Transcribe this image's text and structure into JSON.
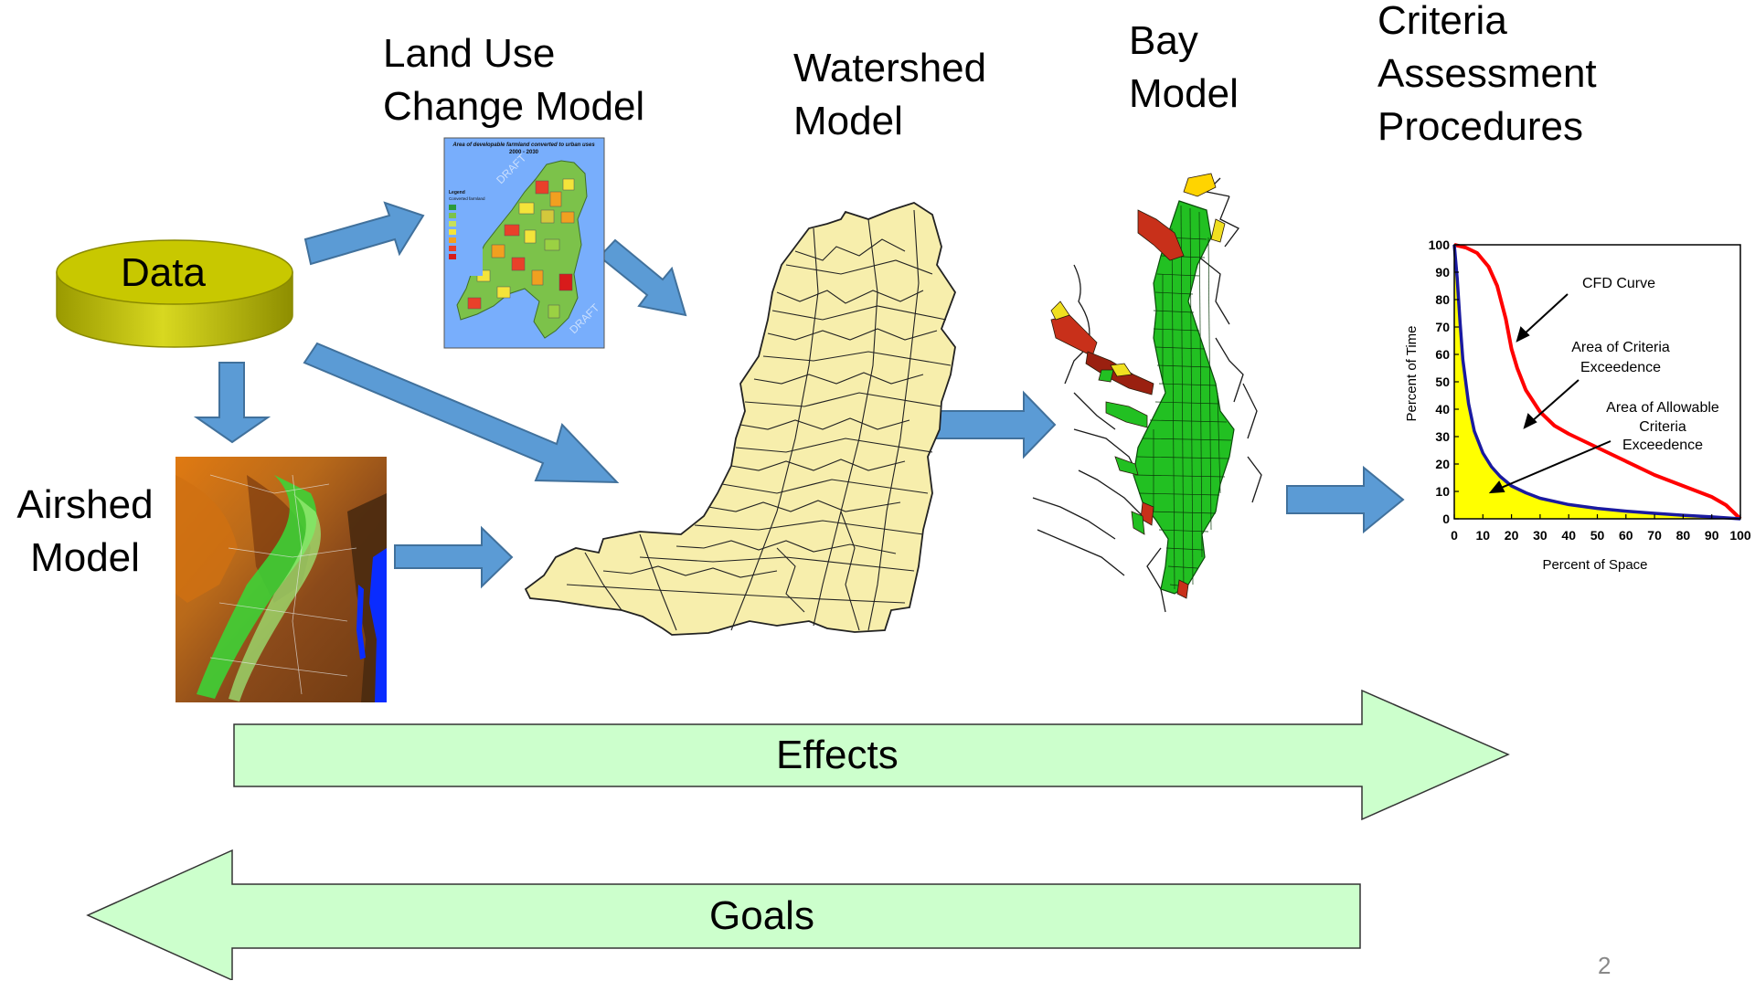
{
  "labels": {
    "data": "Data",
    "land_use_line1": "Land Use",
    "land_use_line2": "Change Model",
    "watershed_line1": "Watershed",
    "watershed_line2": "Model",
    "bay_line1": "Bay",
    "bay_line2": "Model",
    "criteria_line1": "Criteria",
    "criteria_line2": "Assessment",
    "criteria_line3": "Procedures",
    "airshed_line1": "Airshed",
    "airshed_line2": "Model",
    "effects": "Effects",
    "goals": "Goals",
    "page_number": "2"
  },
  "land_use_map": {
    "title_line1": "Area of developable farmland converted to urban uses",
    "title_line2": "2000 - 2030",
    "legend_title": "Legend",
    "legend_subtitle": "Converted farmland",
    "watermark": "DRAFT"
  },
  "cfd_chart": {
    "annotations": {
      "curve": "CFD Curve",
      "exceed_line1": "Area of Criteria",
      "exceed_line2": "Exceedence",
      "allow_line1": "Area of Allowable",
      "allow_line2": "Criteria",
      "allow_line3": "Exceedence"
    }
  },
  "colors": {
    "arrow_blue": "#5b9bd5",
    "arrow_green": "#ccffcc",
    "data_gold": "#c8c800",
    "watershed_fill": "#f7eeac",
    "bay_green": "#22c022",
    "cfd_red": "#ff0000",
    "cfd_blue": "#1a1aa0",
    "cfd_yellow": "#ffff00"
  },
  "chart_data": {
    "type": "line",
    "title": "",
    "xlabel": "Percent of Space",
    "ylabel": "Percent of Time",
    "xlim": [
      0,
      100
    ],
    "ylim": [
      0,
      100
    ],
    "xticks": [
      0,
      10,
      20,
      30,
      40,
      50,
      60,
      70,
      80,
      90,
      100
    ],
    "yticks": [
      0,
      10,
      20,
      30,
      40,
      50,
      60,
      70,
      80,
      90,
      100
    ],
    "grid": false,
    "series": [
      {
        "name": "CFD Curve",
        "color": "#ff0000",
        "x": [
          0,
          4,
          8,
          12,
          15,
          18,
          20,
          22,
          25,
          30,
          35,
          40,
          50,
          60,
          70,
          80,
          90,
          95,
          100
        ],
        "y": [
          100,
          99,
          97,
          92,
          85,
          73,
          62,
          55,
          47,
          39,
          34,
          31,
          26,
          21,
          16,
          12,
          8,
          5,
          0
        ]
      },
      {
        "color": "#1a1aa0",
        "x": [
          0,
          1,
          2,
          3,
          5,
          7,
          10,
          13,
          16,
          20,
          25,
          30,
          40,
          50,
          60,
          70,
          80,
          90,
          100
        ],
        "y": [
          100,
          88,
          72,
          58,
          42,
          32,
          24,
          19,
          15.5,
          12,
          9.5,
          7.5,
          5.2,
          3.8,
          2.8,
          2,
          1.3,
          0.7,
          0
        ]
      }
    ]
  }
}
